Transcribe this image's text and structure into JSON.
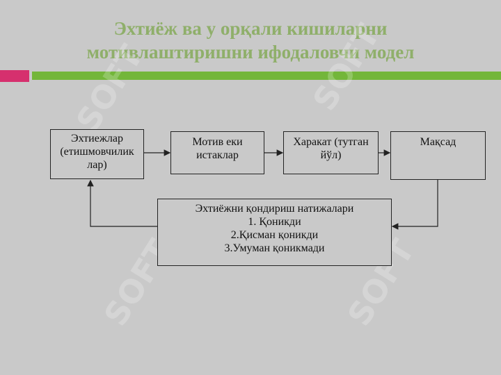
{
  "slide": {
    "title_line1": "Эхтиёж ва у орқали кишиларни",
    "title_line2": "мотивлаштиришни ифодаловчи модел"
  },
  "colors": {
    "background": "#c9c9c9",
    "title": "#8faf6a",
    "accent_pink": "#d6306e",
    "accent_green": "#73b63a"
  },
  "diagram": {
    "needs": [
      "Эхтиежлар",
      "(етишмовчилик",
      "лар)"
    ],
    "motive": [
      "Мотив еки",
      "истаклар"
    ],
    "action": [
      "Харакат (тутган",
      "йўл)"
    ],
    "goal": [
      "Мақсад"
    ],
    "results": [
      "Эхтиёжни қондириш натижалари",
      "1. Қоникди",
      "2.Қисман қоникди",
      "3.Умуман қоникмади"
    ]
  },
  "watermark": "SOFT"
}
